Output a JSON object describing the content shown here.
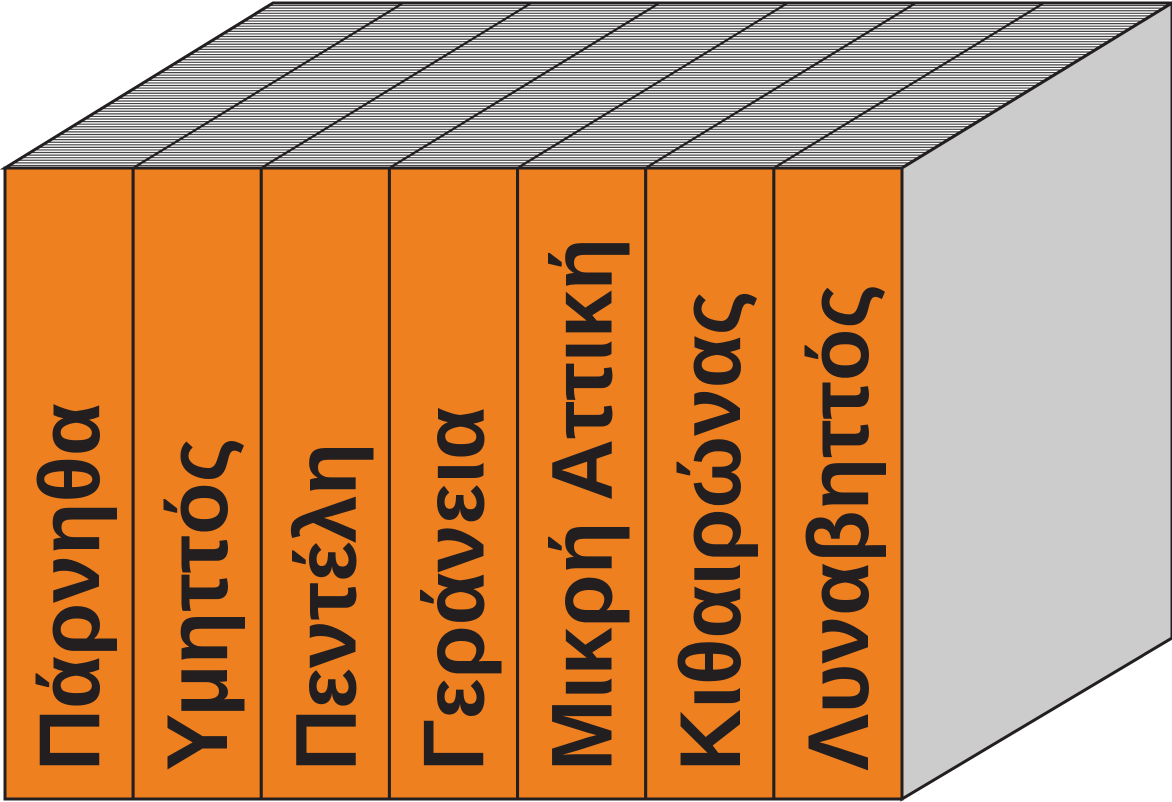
{
  "books": [
    {
      "title": "Πάρνηθα"
    },
    {
      "title": "Υμηττός"
    },
    {
      "title": "Πεντέλη"
    },
    {
      "title": "Γεράνεια"
    },
    {
      "title": "Μικρή Αττική"
    },
    {
      "title": "Κιθαιρώνας"
    },
    {
      "title": "Λυναβηττός"
    }
  ],
  "colors": {
    "spine": "#ee8020",
    "side": "#cccccc",
    "top": "#ffffff",
    "outline": "#231f20",
    "pages": "#444444",
    "text": "#231f20"
  }
}
